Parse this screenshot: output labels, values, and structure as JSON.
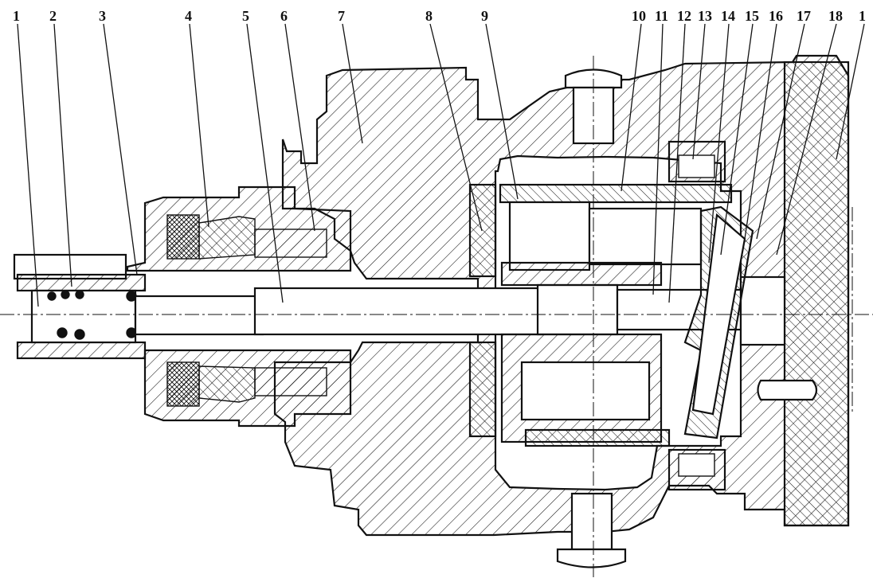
{
  "figure": {
    "callouts": [
      {
        "label": "1"
      },
      {
        "label": "2"
      },
      {
        "label": "3"
      },
      {
        "label": "4"
      },
      {
        "label": "5"
      },
      {
        "label": "6"
      },
      {
        "label": "7"
      },
      {
        "label": "8"
      },
      {
        "label": "9"
      },
      {
        "label": "10"
      },
      {
        "label": "11"
      },
      {
        "label": "12"
      },
      {
        "label": "13"
      },
      {
        "label": "14"
      },
      {
        "label": "15"
      },
      {
        "label": "16"
      },
      {
        "label": "17"
      },
      {
        "label": "18"
      },
      {
        "label": "1"
      }
    ],
    "colors": {
      "ink": "#111111",
      "paper": "#ffffff"
    }
  }
}
